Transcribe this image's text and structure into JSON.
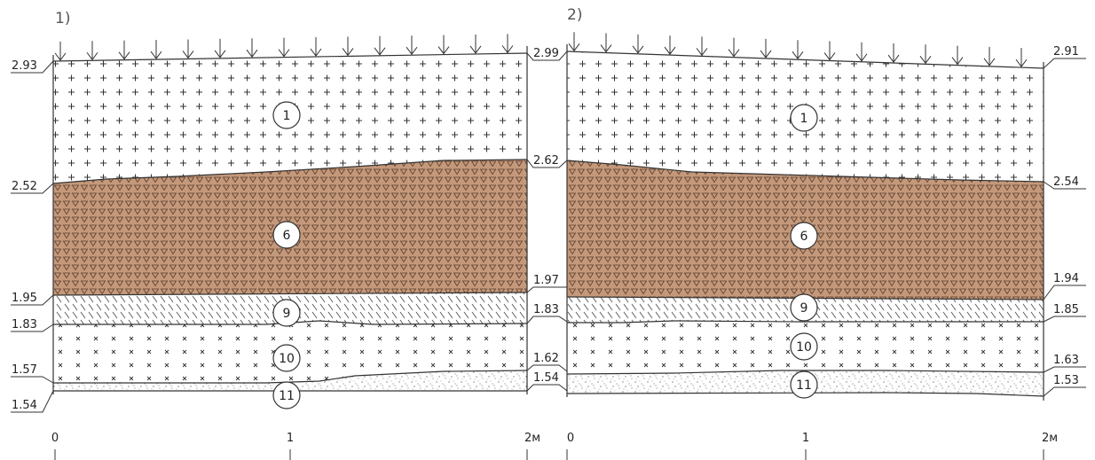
{
  "panels": [
    {
      "id": "p1",
      "title": "1)",
      "top_left": "2.93",
      "top_right": "2.99",
      "l1_left": "2.52",
      "l1_right": "2.62",
      "l6_left": "1.95",
      "l6_right": "1.97",
      "l9_left": "1.83",
      "l9_right": "1.83",
      "l10_left": "1.57",
      "l10_right": "1.62",
      "bot_left": "1.54",
      "bot_right": "1.54",
      "axis": [
        "0",
        "1",
        "2м"
      ],
      "layers": [
        "1",
        "6",
        "9",
        "10",
        "11"
      ]
    },
    {
      "id": "p2",
      "title": "2)",
      "top_left": "2.99",
      "top_right": "2.91",
      "l1_left": "2.62",
      "l1_right": "2.54",
      "l6_left": "1.97",
      "l6_right": "1.94",
      "l9_left": "1.83",
      "l9_right": "1.85",
      "l10_left": "1.62",
      "l10_right": "1.63",
      "bot_left": "1.54",
      "bot_right": "1.53",
      "axis": [
        "0",
        "1",
        "2м"
      ],
      "layers": [
        "1",
        "6",
        "9",
        "10",
        "11"
      ]
    }
  ],
  "colors": {
    "clay": "#c4987a",
    "line": "#333333"
  }
}
